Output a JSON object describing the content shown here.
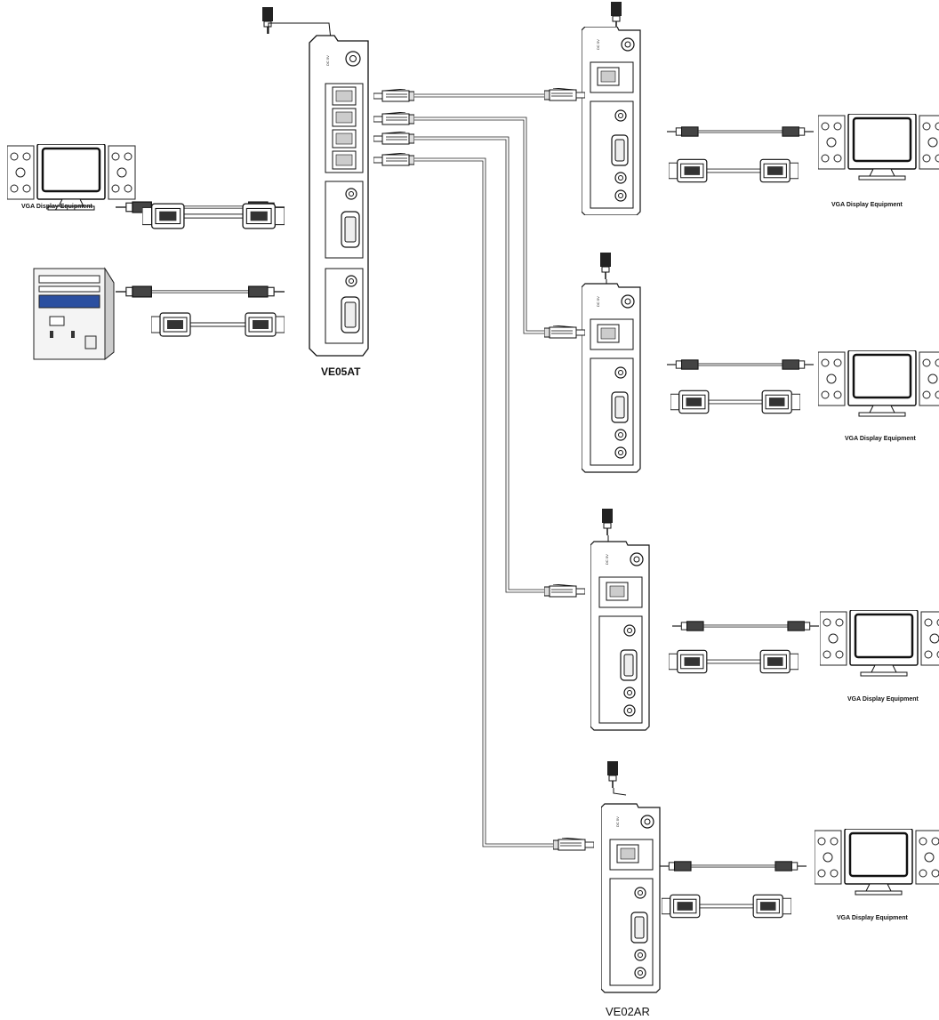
{
  "diagram": {
    "transmitter_label": "VE05AT",
    "receiver_label": "VE02AR",
    "display_label": "VGA Display Equipment",
    "colors": {
      "line": "#1a1a1a",
      "device_fill": "#ffffff",
      "screen": "#ffffff",
      "dark": "#222222",
      "pc_blue": "#2b4fa0"
    }
  }
}
